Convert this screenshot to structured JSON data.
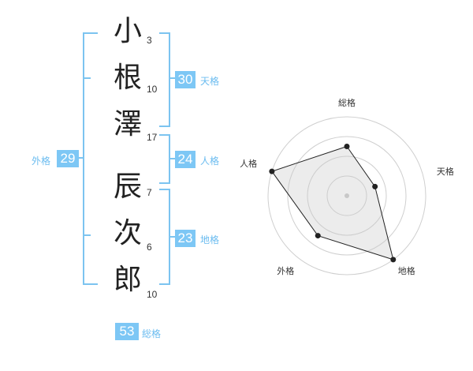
{
  "name": {
    "characters": [
      {
        "char": "小",
        "strokes": "3"
      },
      {
        "char": "根",
        "strokes": "10"
      },
      {
        "char": "澤",
        "strokes": "17"
      },
      {
        "char": "辰",
        "strokes": "7"
      },
      {
        "char": "次",
        "strokes": "6"
      },
      {
        "char": "郎",
        "strokes": "10"
      }
    ]
  },
  "fortunes": {
    "tenkaku": {
      "value": "30",
      "label": "天格"
    },
    "jinkaku": {
      "value": "24",
      "label": "人格"
    },
    "chikaku": {
      "value": "23",
      "label": "地格"
    },
    "gaikaku": {
      "value": "29",
      "label": "外格"
    },
    "soukaku": {
      "value": "53",
      "label": "総格"
    }
  },
  "colors": {
    "accent": "#7dc7f5",
    "bracket": "#7cc4f0",
    "label": "#6bbcf0"
  },
  "chart_data": {
    "type": "radar",
    "axes": [
      "総格",
      "天格",
      "地格",
      "外格",
      "人格"
    ],
    "scale": {
      "min": 0,
      "max": 4,
      "rings": 4
    },
    "values": [
      2.5,
      1.5,
      4.0,
      2.5,
      4.0
    ]
  }
}
